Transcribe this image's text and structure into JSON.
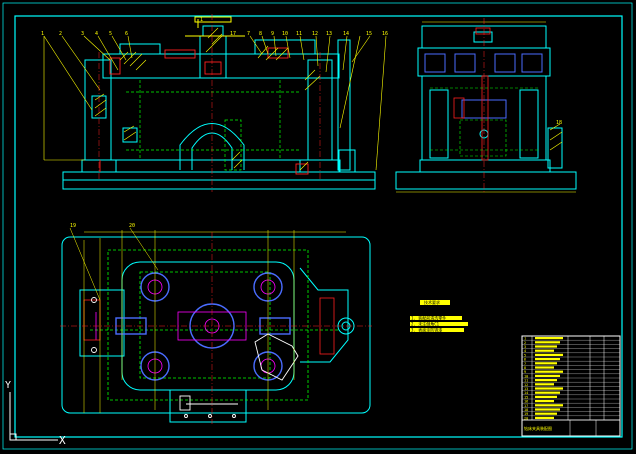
{
  "drawing": {
    "colors": {
      "background": "#000000",
      "frame": "#00ffff",
      "outline": "#00ffff",
      "dimension": "#ffff00",
      "hidden": "#00ff00",
      "section": "#ff00ff",
      "red": "#ff2020",
      "blue": "#4a6cff",
      "white": "#ffffff"
    },
    "front_view": {
      "top_center_label": "1",
      "balloons": [
        "1",
        "2",
        "3",
        "4",
        "5",
        "6",
        "7",
        "8",
        "9",
        "10",
        "11",
        "12",
        "13",
        "14",
        "15",
        "16",
        "17"
      ]
    },
    "side_view": {
      "balloons": [
        "18"
      ]
    },
    "plan_view": {
      "balloons": [
        "19",
        "20"
      ]
    },
    "notes": {
      "heading": "技术要求",
      "lines": [
        "1. 装配前清洗零件",
        "2. 未注倒角C1",
        "3. 表面涂防锈漆"
      ]
    },
    "title_block": {
      "title": "钻床夹具装配图",
      "rows": [
        "1",
        "2",
        "3",
        "4",
        "5",
        "6",
        "7",
        "8",
        "9",
        "10",
        "11",
        "12",
        "13",
        "14",
        "15",
        "16",
        "17",
        "18",
        "19",
        "20"
      ]
    },
    "ucs": {
      "x_label": "X",
      "y_label": "Y"
    }
  }
}
